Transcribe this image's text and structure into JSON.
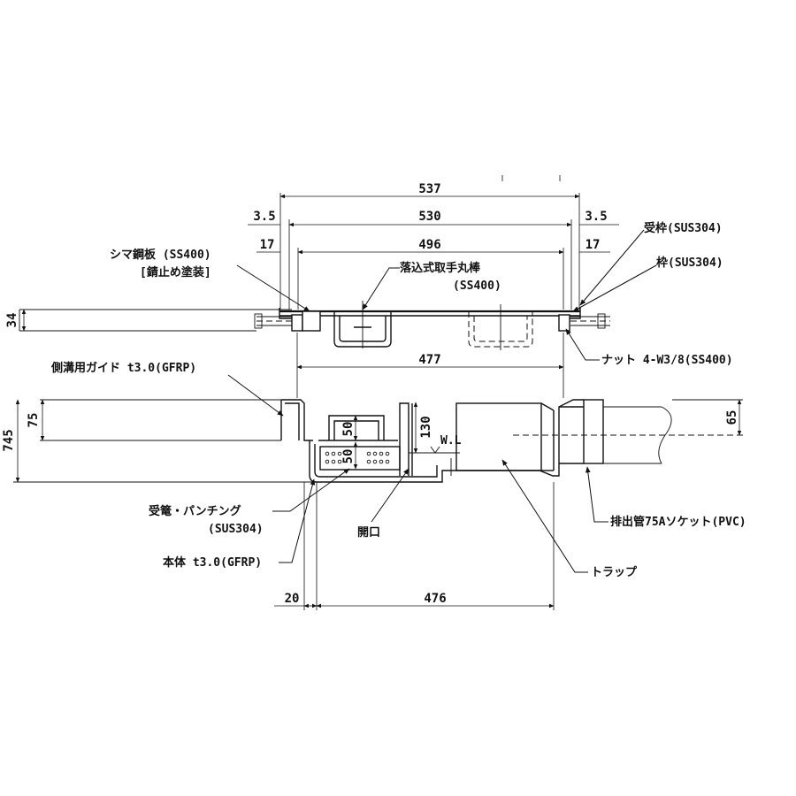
{
  "dimensions": {
    "d537": "537",
    "d530": "530",
    "d3_5_left": "3.5",
    "d3_5_right": "3.5",
    "d17_left": "17",
    "d17_right": "17",
    "d496": "496",
    "d477": "477",
    "d34": "34",
    "d75": "75",
    "d745": "745",
    "d65": "65",
    "d50_top": "50",
    "d50_bottom": "50",
    "d130": "130",
    "d20": "20",
    "d476": "476",
    "water_level": "W.L"
  },
  "labels": {
    "shima_plate": "シマ鋼板 (SS400)",
    "rust_paint": "[錆止め塗装]",
    "drop_handle": "落込式取手丸棒",
    "drop_handle_mat": "(SS400)",
    "angle_sus": "受枠(SUS304)",
    "frame_sus": "枠(SUS304)",
    "nut": "ナット 4-W3/8(SS400)",
    "side_guide": "側溝用ガイド t3.0(GFRP)",
    "basket": "受篭・パンチング",
    "basket_mat": "(SUS304)",
    "opening": "開口",
    "body": "本体 t3.0(GFRP)",
    "outlet": "排出管75Aソケット(PVC)",
    "trap": "トラップ"
  }
}
